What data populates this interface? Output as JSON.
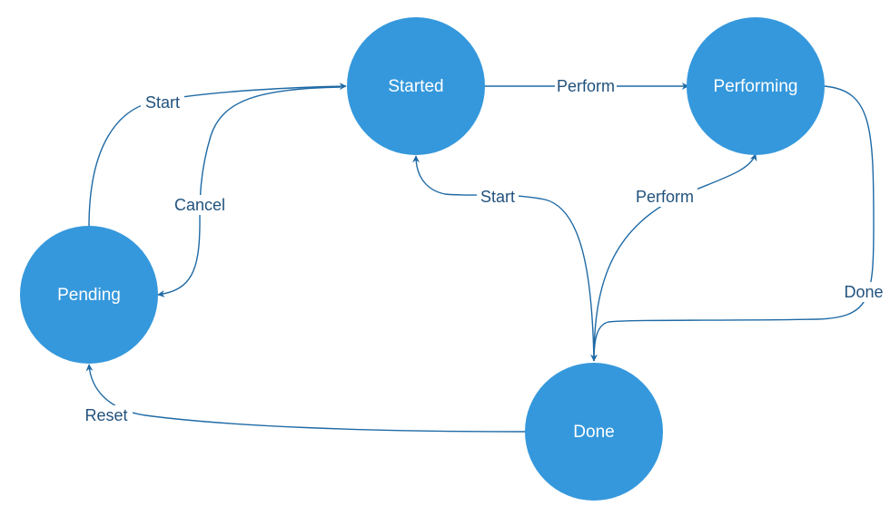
{
  "colors": {
    "node_fill": "#3598dc",
    "edge_stroke": "#1f6aa5",
    "edge_label": "#21527d",
    "node_text": "#ffffff",
    "background": "#ffffff"
  },
  "nodes": {
    "started": "Started",
    "performing": "Performing",
    "pending": "Pending",
    "done": "Done"
  },
  "edges": {
    "started_to_performing": "Perform",
    "pending_to_started": "Start",
    "started_to_pending": "Cancel",
    "done_to_started": "Start",
    "done_to_performing": "Perform",
    "performing_to_done": "Done",
    "done_to_pending": "Reset"
  }
}
